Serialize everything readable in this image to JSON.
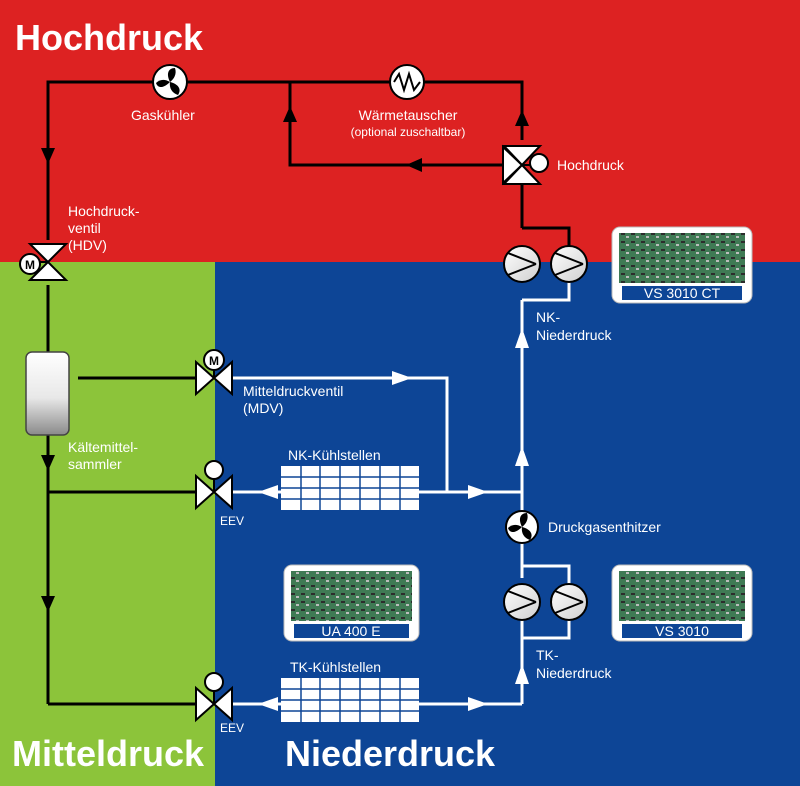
{
  "regions": {
    "high": {
      "title": "Hochdruck",
      "color": "#dd2222"
    },
    "mid": {
      "title": "Mitteldruck",
      "color": "#8cc43a"
    },
    "low": {
      "title": "Niederdruck",
      "color": "#0d4596"
    }
  },
  "labels": {
    "gas_cooler": "Gaskühler",
    "heat_exchanger": "Wärmetauscher",
    "heat_exchanger_note": "(optional zuschaltbar)",
    "high_pressure": "Hochdruck",
    "hdv_line1": "Hochdruck-",
    "hdv_line2": "ventil",
    "hdv_line3": "(HDV)",
    "motor": "M",
    "receiver_line1": "Kältemittel-",
    "receiver_line2": "sammler",
    "mdv_line1": "Mitteldruckventil",
    "mdv_line2": "(MDV)",
    "nk_cooling": "NK-Kühlstellen",
    "tk_cooling": "TK-Kühlstellen",
    "eev": "EEV",
    "desuperheater": "Druckgasenthitzer",
    "nk_low_line1": "NK-",
    "nk_low_line2": "Niederdruck",
    "tk_low_line1": "TK-",
    "tk_low_line2": "Niederdruck"
  },
  "controllers": {
    "vs3010ct": "VS 3010 CT",
    "vs3010": "VS 3010",
    "ua400e": "UA 400 E"
  }
}
